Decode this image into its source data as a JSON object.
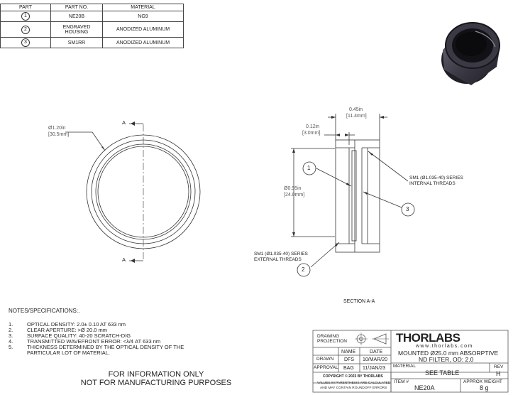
{
  "parts_table": {
    "headers": [
      "PART",
      "PART NO.",
      "MATERIAL"
    ],
    "rows": [
      {
        "part": "1",
        "part_no": "NE20B",
        "material": "NG9"
      },
      {
        "part": "2",
        "part_no": "ENGRAVED HOUSING",
        "material": "ANODIZED ALUMINUM"
      },
      {
        "part": "3",
        "part_no": "SM1RR",
        "material": "ANODIZED ALUMINUM"
      }
    ]
  },
  "front_view": {
    "section_marker_top": "A",
    "section_marker_bottom": "A",
    "diameter_label": "Ø1.20in",
    "diameter_label_mm": "[30.5mm]"
  },
  "section_view": {
    "title": "SECTION A-A",
    "dim_total_width": "0.45in",
    "dim_total_width_mm": "[11.4mm]",
    "dim_small_width": "0.12in",
    "dim_small_width_mm": "[3.0mm]",
    "dim_diameter": "Ø0.95in",
    "dim_diameter_mm": "[24.0mm]",
    "callout_1": "1",
    "callout_2": "2",
    "callout_3": "3",
    "internal_threads_line1": "SM1 (Ø1.035-40) SERIES",
    "internal_threads_line2": "INTERNAL THREADS",
    "external_threads_line1": "SM1 (Ø1.035-40) SERIES",
    "external_threads_line2": "EXTERNAL THREADS"
  },
  "notes": {
    "heading": "NOTES/SPECIFICATIONS:.",
    "items": [
      {
        "num": "1.",
        "text": "OPTICAL DENSITY: 2.0± 0.10  AT 633 nm"
      },
      {
        "num": "2.",
        "text": "CLEAR APERTURE: >Ø 20.0 mm"
      },
      {
        "num": "3.",
        "text": "SURFACE QUALITY: 40-20 SCRATCH-DIG"
      },
      {
        "num": "4.",
        "text": "TRANSMITTED WAVEFRONT ERROR: <λ/4 AT 633 nm"
      },
      {
        "num": "5.",
        "text": "THICKNESS DETERMINED BY THE OPTICAL DENSITY OF THE"
      },
      {
        "num": "",
        "text": "PARTICULAR LOT OF MATERIAL."
      }
    ]
  },
  "disclaimer": {
    "line1": "FOR INFORMATION ONLY",
    "line2": "NOT FOR MANUFACTURING PURPOSES"
  },
  "title_block": {
    "drawing_projection": "DRAWING PROJECTION",
    "logo": "THORLABS",
    "website": "www.thorlabs.com",
    "name_header": "NAME",
    "date_header": "DATE",
    "drawn_label": "DRAWN",
    "drawn_name": "DFS",
    "drawn_date": "10/MAR/20",
    "approval_label": "APPROVAL",
    "approval_name": "BAG",
    "approval_date": "11/JAN/23",
    "description_line1": "MOUNTED Ø25.0 mm ABSORPTIVE",
    "description_line2": "ND FILTER, OD: 2.0",
    "material_label": "MATERIAL",
    "material_value": "SEE TABLE",
    "rev_label": "REV",
    "rev_value": "H",
    "copyright": "COPYRIGHT © 2023 BY THORLABS",
    "values_note_line1": "VALUES IN PARENTHESIS ARE CALCULATED",
    "values_note_line2": "AND MAY CONTAIN ROUNDOFF ERRORS",
    "item_label": "ITEM #",
    "item_value": "NE20A",
    "weight_label": "APPROX WEIGHT",
    "weight_value": "8 g"
  },
  "colors": {
    "line": "#333333",
    "render_dark": "#2b2b33",
    "render_body": "#4a4956"
  }
}
